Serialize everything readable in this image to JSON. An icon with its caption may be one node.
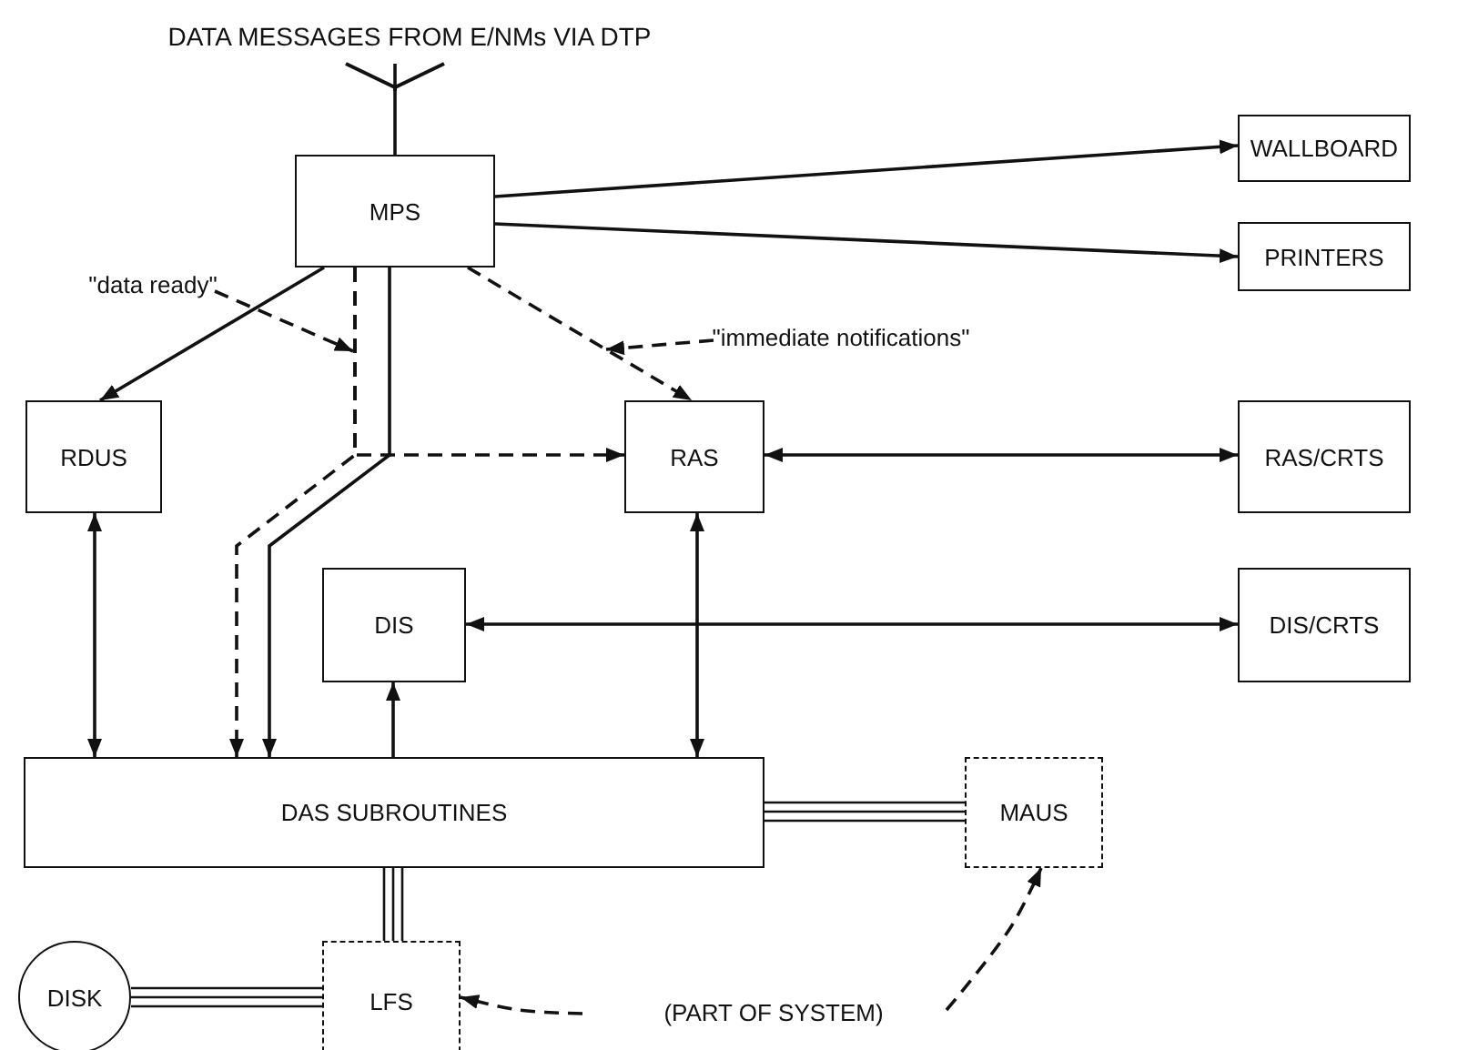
{
  "diagram": {
    "nodes": [
      {
        "text": [
          "DATA MESSAGES FROM E/NMs VIA DTP"
        ]
      },
      {
        "text": [
          "MPS"
        ]
      },
      {
        "text": [
          "WALLBOARD"
        ]
      },
      {
        "text": [
          "PRINTERS"
        ]
      },
      {
        "text": [
          "RDUS"
        ]
      },
      {
        "text": [
          "RAS"
        ]
      },
      {
        "text": [
          "RAS/CRTS"
        ]
      },
      {
        "text": [
          "\"data ready\""
        ]
      },
      {
        "text": [
          "\"immediate notifications\""
        ]
      },
      {
        "text": [
          "DIS"
        ]
      },
      {
        "text": [
          "DIS/CRTS"
        ]
      },
      {
        "text": [
          "DAS SUBROUTINES"
        ]
      },
      {
        "text": [
          "MAUS"
        ]
      },
      {
        "text": [
          "DISK"
        ]
      },
      {
        "text": [
          "LFS"
        ]
      },
      {
        "text": [
          "(PART OF SYSTEM)"
        ]
      }
    ],
    "edges": [
      {
        "from": 0,
        "to": 1,
        "arrow": "none"
      },
      {
        "from": 1,
        "to": 2,
        "arrow": "to"
      },
      {
        "from": 1,
        "to": 3,
        "arrow": "to"
      },
      {
        "from": 1,
        "to": 4,
        "arrow": "to"
      },
      {
        "from": 1,
        "to": 5,
        "arrow": "to",
        "style": "dashed"
      },
      {
        "from": 1,
        "to": 11,
        "arrow": "to",
        "style": "dashed"
      },
      {
        "from": 1,
        "to": 11,
        "arrow": "to"
      },
      {
        "from": 1,
        "to": 5,
        "arrow": "to",
        "style": "dashed"
      },
      {
        "from": 7,
        "to": null,
        "arrow": "to",
        "style": "dashed"
      },
      {
        "from": 8,
        "to": null,
        "arrow": "to",
        "style": "dashed"
      },
      {
        "from": 4,
        "to": 11,
        "arrow": "both"
      },
      {
        "from": 5,
        "to": 11,
        "arrow": "both"
      },
      {
        "from": 5,
        "to": 6,
        "arrow": "both"
      },
      {
        "from": 9,
        "to": 10,
        "arrow": "both"
      },
      {
        "from": 11,
        "to": 9,
        "arrow": "to"
      },
      {
        "from": 11,
        "to": 12,
        "arrow": "none"
      },
      {
        "from": 11,
        "to": 14,
        "arrow": "none"
      },
      {
        "from": 13,
        "to": 14,
        "arrow": "none"
      },
      {
        "from": 15,
        "to": 14,
        "arrow": "to",
        "style": "dashed"
      },
      {
        "from": 15,
        "to": 12,
        "arrow": "to",
        "style": "dashed"
      }
    ]
  }
}
